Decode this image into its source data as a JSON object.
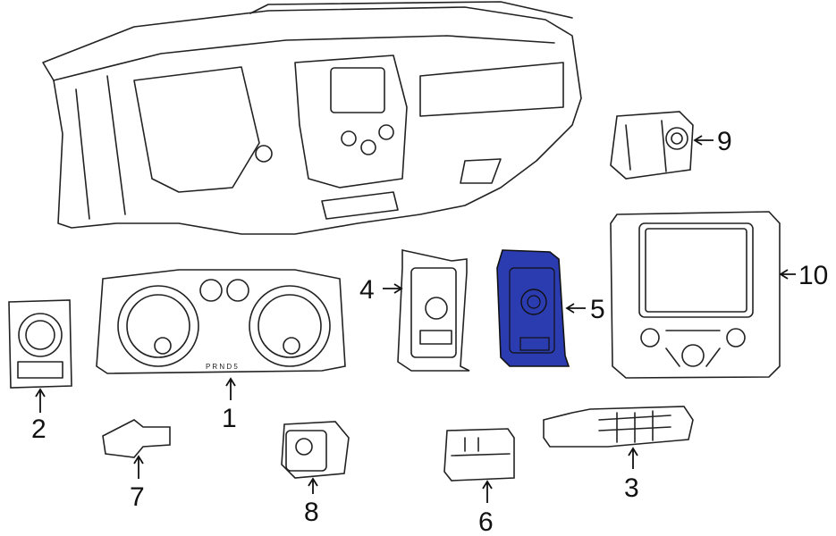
{
  "diagram": {
    "callouts": [
      {
        "number": "1"
      },
      {
        "number": "2"
      },
      {
        "number": "3"
      },
      {
        "number": "4"
      },
      {
        "number": "5"
      },
      {
        "number": "6"
      },
      {
        "number": "7"
      },
      {
        "number": "8"
      },
      {
        "number": "9"
      },
      {
        "number": "10"
      }
    ],
    "cluster_gear_text": "P R N D 5",
    "highlight_color": "#2b3bb0"
  }
}
